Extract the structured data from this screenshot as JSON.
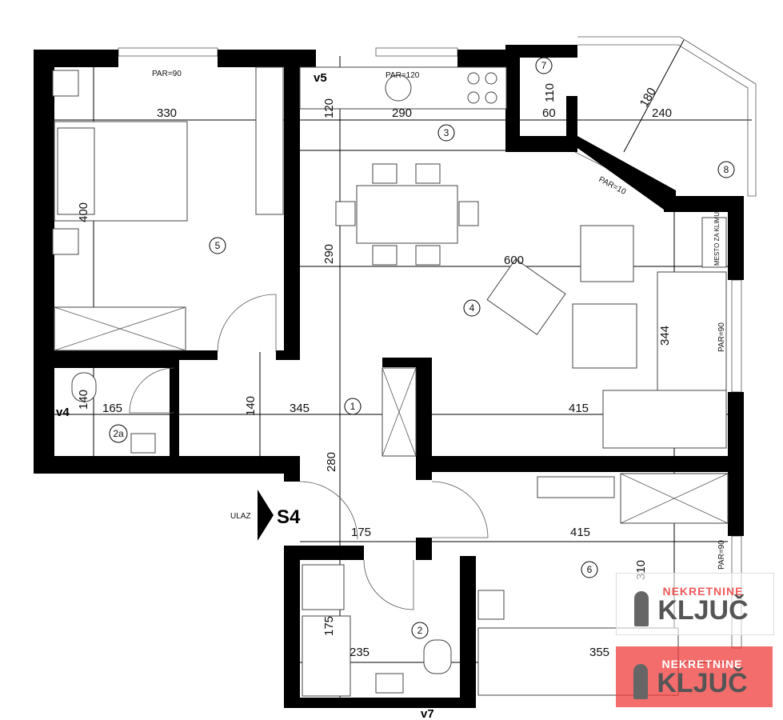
{
  "plan": {
    "windows": [
      "PAR=90",
      "PAR=120",
      "PAR=10",
      "PAR=90",
      "PAR=90"
    ],
    "vents": [
      "v5",
      "v4",
      "v7"
    ],
    "rooms": [
      "1",
      "2",
      "2a",
      "3",
      "4",
      "5",
      "6",
      "7",
      "8"
    ],
    "dimensions": {
      "d330": "330",
      "d290a": "290",
      "d120": "120",
      "d110": "110",
      "d60": "60",
      "d180": "180",
      "d240": "240",
      "d400": "400",
      "d290b": "290",
      "d600": "600",
      "d344": "344",
      "d165": "165",
      "d140a": "140",
      "d140b": "140",
      "d345": "345",
      "d415a": "415",
      "d280": "280",
      "d175a": "175",
      "d415b": "415",
      "d310": "310",
      "d175b": "175",
      "d235": "235",
      "d355": "355"
    },
    "ac_note": "MESTO ZA KLIMU",
    "entrance_label": "ULAZ",
    "entrance_code": "S4"
  },
  "watermark": {
    "line1": "NEKRETNINE",
    "line2": "KLJUČ"
  }
}
